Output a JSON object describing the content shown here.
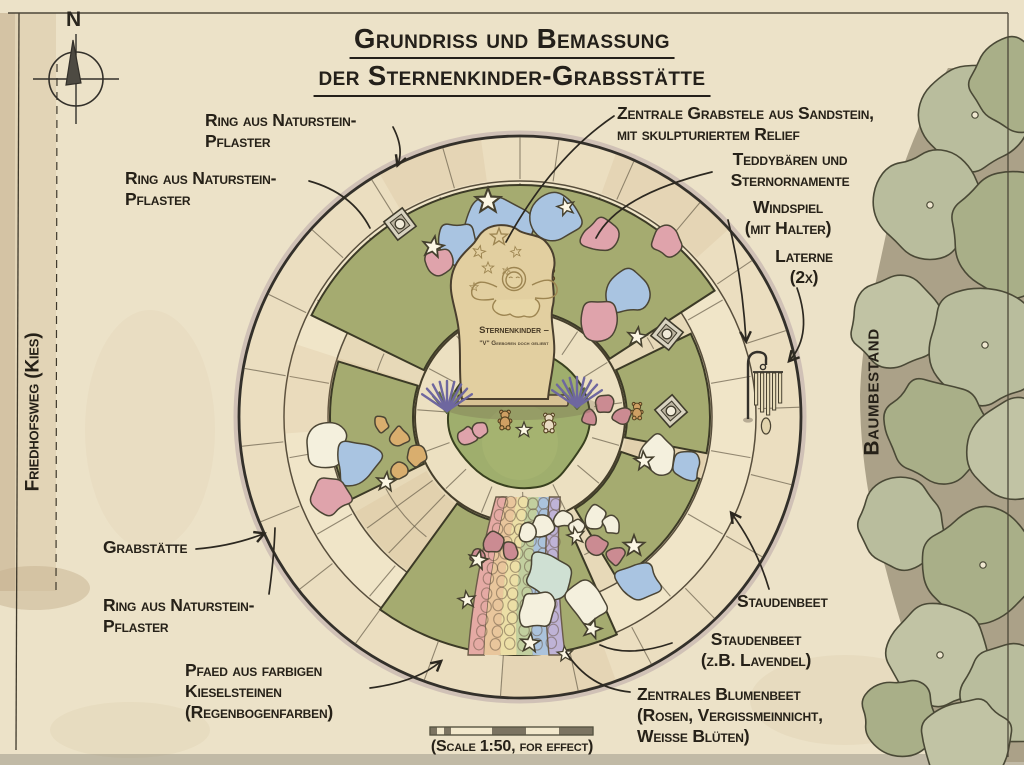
{
  "title": {
    "line1": "Grundriss und Bemassung",
    "line2": "der Sternenkinder-Grabsstätte"
  },
  "compass": {
    "north_label": "N"
  },
  "side_labels": {
    "left_path": "Friedhofsweg (Kies)",
    "trees": "Baumbestand"
  },
  "stele_inscription": {
    "line1": "Sternenkinder –",
    "line2": "\"V\" Geeboren doch geliebt"
  },
  "callouts": {
    "ring_pflaster_top": {
      "line1": "Ring aus Naturstein-",
      "line2": "Pflaster"
    },
    "ring_pflaster_upper_left": {
      "line1": "Ring aus Naturstein-",
      "line2": "Pflaster"
    },
    "grabstele": {
      "line1": "Zentrale Grabstele aus Sandstein,",
      "line2": "mit skulpturiertem Relief"
    },
    "teddybaeren": {
      "line1": "Teddybären und",
      "line2": "Sternornamente"
    },
    "windspiel": {
      "line1": "Windspiel",
      "line2": "(mit Halter)"
    },
    "laterne": {
      "line1": "Laterne",
      "line2": "(2x)"
    },
    "grabstaette": {
      "line1": "Grabstätte"
    },
    "ring_pflaster_lower_left": {
      "line1": "Ring aus Naturstein-",
      "line2": "Pflaster"
    },
    "pfad": {
      "line1": "Pfaed aus farbigen",
      "line2": "Kieselsteinen",
      "line3": "(Regenbogenfarben)"
    },
    "staudenbeet_right": {
      "line1": "Staudenbeet"
    },
    "staudenbeet_lavendel": {
      "line1": "Staudenbeet",
      "line2": "(z.B. Lavendel)"
    },
    "blumenbeet": {
      "line1": "Zentrales Blumenbeet",
      "line2": "(Rosen, Vergissmeinnicht,",
      "line3": "Weisse Blüten)"
    }
  },
  "scale": {
    "caption": "(Scale 1:50, for effect)"
  },
  "colors": {
    "paper": "#ece2c8",
    "ink": "#2b261d",
    "stone_light": "#ebdec0",
    "stone_band2": "#f0e5c8",
    "stone_inner": "#e7d9b8",
    "bed_green": "#a5ab70",
    "tree_green": "#b9bd9d",
    "stele_sand": "#e2cfa0",
    "flower_blue": "#a9c4e1",
    "flower_pink": "#dfa3ab",
    "flower_white": "#f4f0dd",
    "rainbow": [
      "#e5aaa4",
      "#e9c69c",
      "#ecdfa6",
      "#c2cf9f",
      "#abc3dc",
      "#bfb3d6"
    ]
  }
}
